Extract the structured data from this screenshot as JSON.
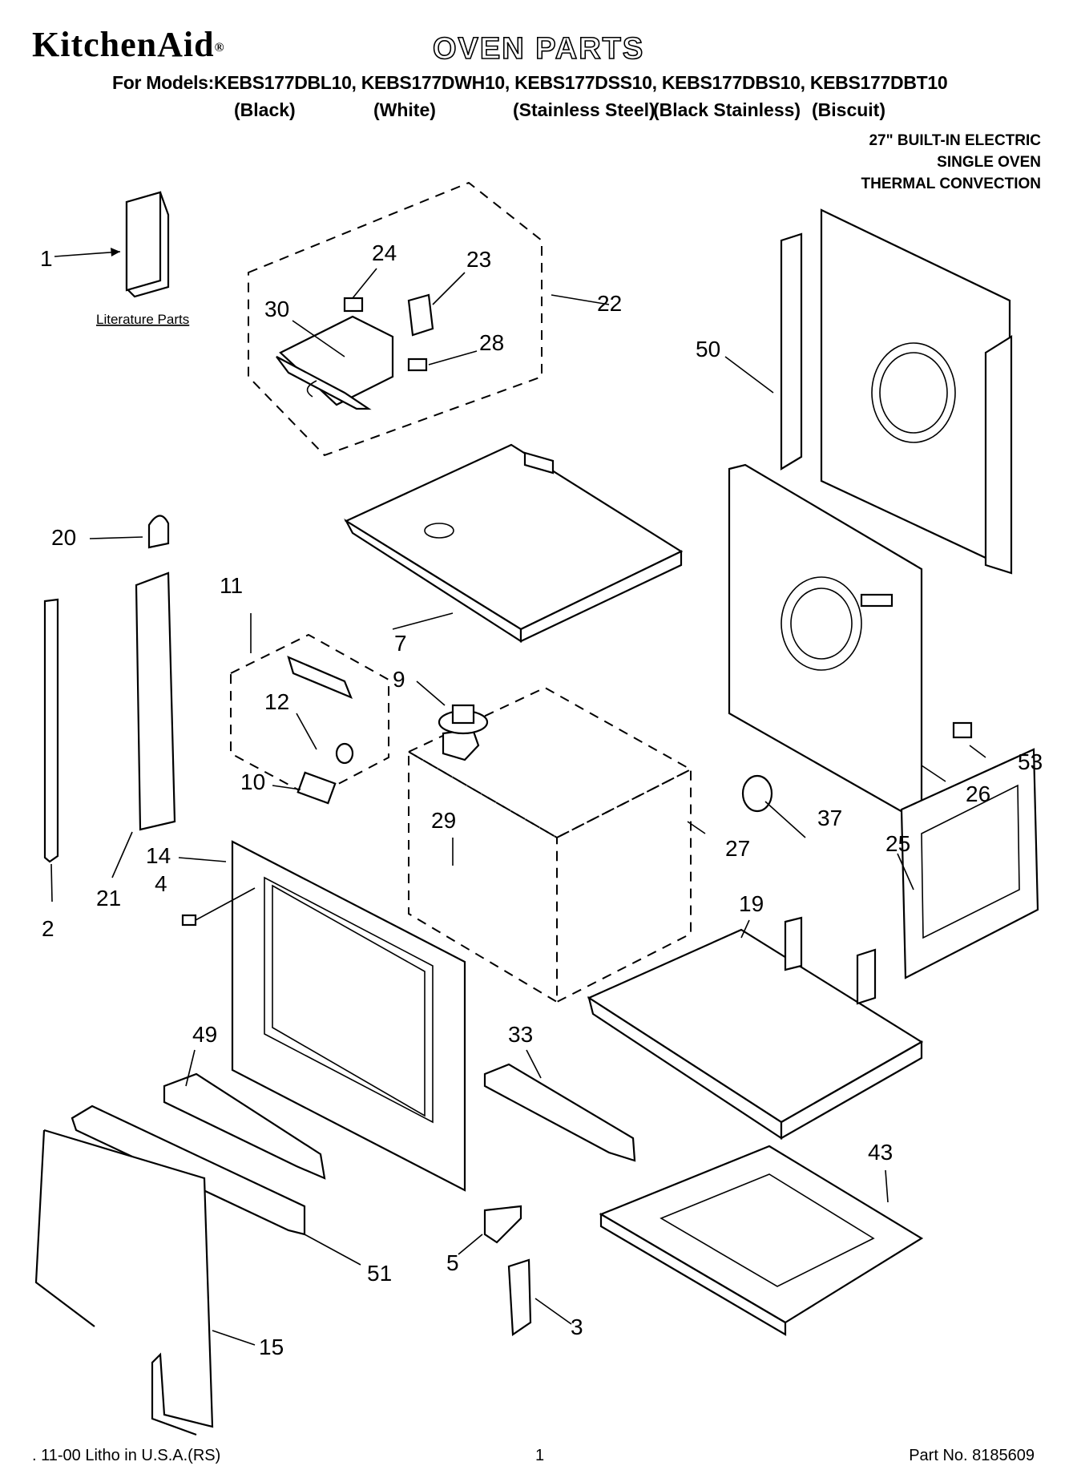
{
  "header": {
    "brand": "KitchenAid",
    "brand_mark": "®",
    "title": "OVEN PARTS",
    "models_line": "For Models:KEBS177DBL10, KEBS177DWH10, KEBS177DSS10, KEBS177DBS10, KEBS177DBT10",
    "finishes": [
      "(Black)",
      "(White)",
      "(Stainless Steel)",
      "(Black Stainless)",
      "(Biscuit)"
    ],
    "description": [
      "27\" BUILT-IN ELECTRIC",
      "SINGLE OVEN",
      "THERMAL CONVECTION"
    ]
  },
  "diagram": {
    "literature_label": "Literature Parts",
    "callouts": [
      "1",
      "2",
      "3",
      "4",
      "5",
      "7",
      "9",
      "10",
      "11",
      "12",
      "14",
      "15",
      "19",
      "20",
      "21",
      "22",
      "23",
      "24",
      "25",
      "26",
      "27",
      "28",
      "29",
      "30",
      "33",
      "37",
      "43",
      "49",
      "50",
      "51",
      "53"
    ]
  },
  "footer": {
    "print_info": ". 11-00 Litho in U.S.A.(RS)",
    "page_number": "1",
    "part_number": "Part No. 8185609"
  }
}
